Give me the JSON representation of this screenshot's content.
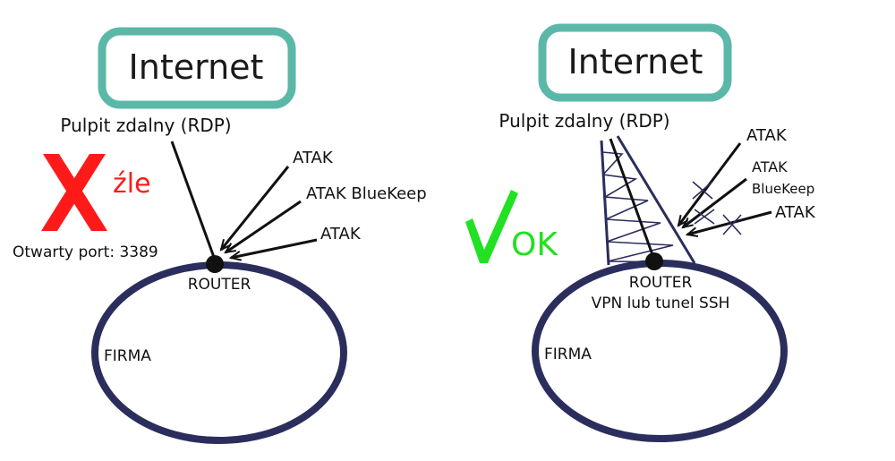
{
  "colors": {
    "box_border": "#5bb8a8",
    "ellipse": "#2b2d5c",
    "bad": "#ff1a1a",
    "good": "#22e022",
    "line": "#111111"
  },
  "left": {
    "internet": "Internet",
    "rdp": "Pulpit zdalny (RDP)",
    "verdict": "źle",
    "port": "Otwarty port: 3389",
    "attack_1": "ATAK",
    "attack_2": "ATAK BlueKeep",
    "attack_3": "ATAK",
    "router": "ROUTER",
    "company": "FIRMA"
  },
  "right": {
    "internet": "Internet",
    "rdp": "Pulpit zdalny (RDP)",
    "verdict": "OK",
    "attack_1": "ATAK",
    "attack_2_line1": "ATAK",
    "attack_2_line2": "BlueKeep",
    "attack_3": "ATAK",
    "router": "ROUTER",
    "tunnel": "VPN lub tunel SSH",
    "company": "FIRMA"
  }
}
